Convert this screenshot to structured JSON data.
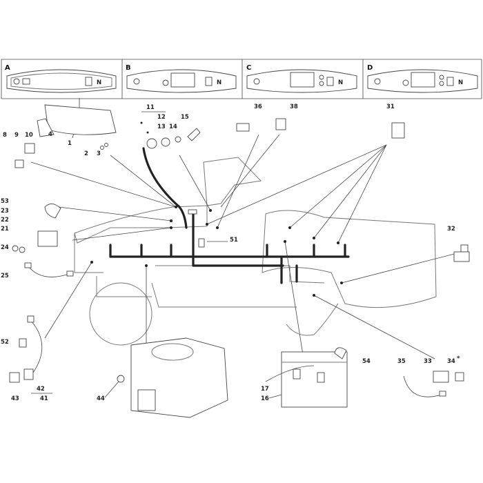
{
  "panels": [
    {
      "letter": "A",
      "n": "N"
    },
    {
      "letter": "B",
      "n": "N"
    },
    {
      "letter": "C",
      "n": "N"
    },
    {
      "letter": "D",
      "n": "N"
    }
  ],
  "callouts": {
    "c1": "1",
    "c2": "2",
    "c3": "3",
    "c4": "4",
    "c8": "8",
    "c9": "9",
    "c10": "10",
    "c11": "11",
    "c12": "12",
    "c13": "13",
    "c14": "14",
    "c15": "15",
    "c16": "16",
    "c17": "17",
    "c21": "21",
    "c22": "22",
    "c23": "23",
    "c24": "24",
    "c25": "25",
    "c31": "31",
    "c32": "32",
    "c33": "33",
    "c34": "34",
    "c34star": "*",
    "c35": "35",
    "c36": "36",
    "c38": "38",
    "c41": "41",
    "c42": "42",
    "c43": "43",
    "c44": "44",
    "c51": "51",
    "c52": "52",
    "c53": "53",
    "c54": "54"
  }
}
